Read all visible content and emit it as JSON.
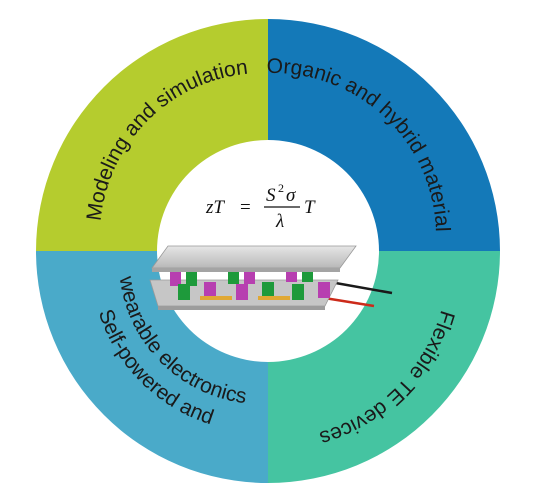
{
  "diagram": {
    "quadrants": [
      {
        "id": "top-left",
        "label": "Modeling and simulation",
        "color": "#b5cc2e"
      },
      {
        "id": "top-right",
        "label": "Organic and hybrid materials",
        "color": "#1479b8"
      },
      {
        "id": "bottom-right",
        "label": "Flexible TE devices",
        "color": "#45c4a1"
      },
      {
        "id": "bottom-left",
        "label_line1": "Self-powered and",
        "label_line2": "wearable electronics",
        "color": "#4aaac9"
      }
    ],
    "formula": {
      "lhs": "zT",
      "equals": "=",
      "numerator": "S",
      "superscript": "2",
      "numerator_sigma": "σ",
      "denominator": "λ",
      "rhs": "T"
    },
    "device_icon": "thermoelectric-module-icon"
  }
}
